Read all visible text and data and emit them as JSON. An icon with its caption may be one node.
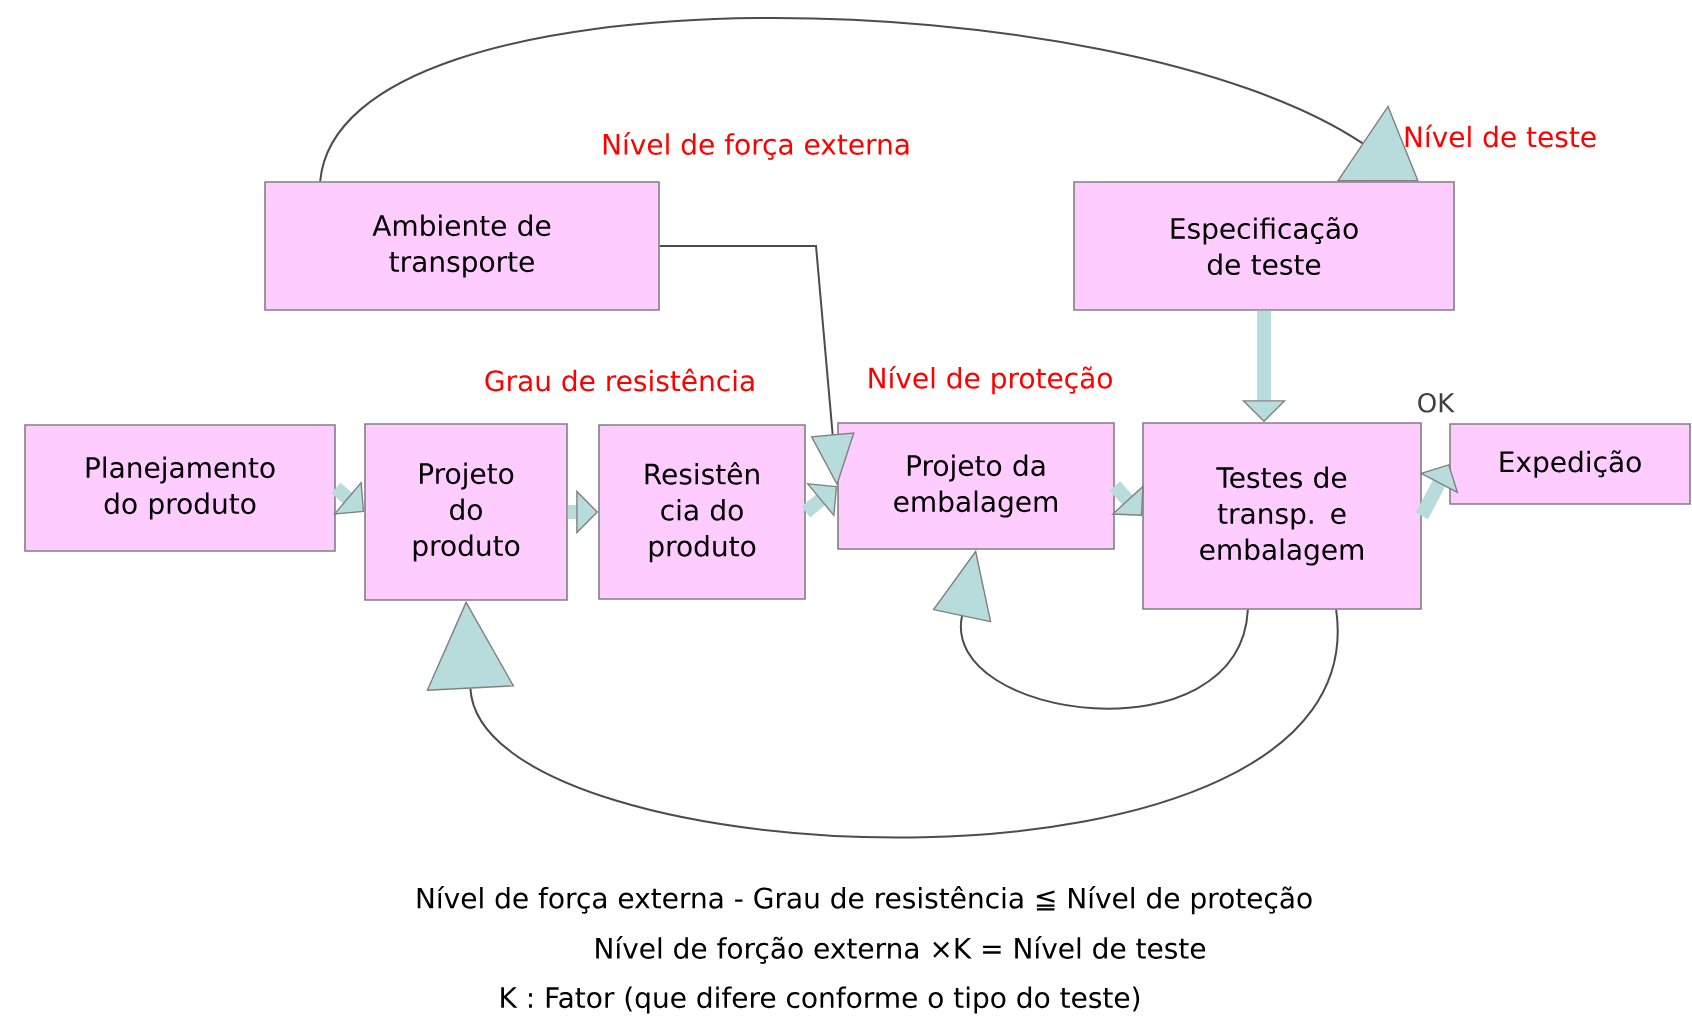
{
  "diagram": {
    "nodes": [
      {
        "text": [
          "Ambiente de transporte"
        ]
      },
      {
        "text": [
          "Especificação de teste"
        ]
      },
      {
        "text": [
          "Planejamento do produto"
        ]
      },
      {
        "text": [
          "Projeto do produto"
        ]
      },
      {
        "text": [
          "Resistên cia do produto"
        ]
      },
      {
        "text": [
          "Projeto da embalagem"
        ]
      },
      {
        "text": [
          "Testes de transp. e embalagem"
        ]
      },
      {
        "text": [
          "Expedição"
        ]
      }
    ],
    "edges": [
      {
        "from": 2,
        "to": 3,
        "arrow": "to"
      },
      {
        "from": 3,
        "to": 4,
        "arrow": "to"
      },
      {
        "from": 4,
        "to": 5,
        "arrow": "to"
      },
      {
        "from": 5,
        "to": 6,
        "arrow": "to"
      },
      {
        "from": 6,
        "to": 7,
        "arrow": "to",
        "label": "OK"
      },
      {
        "from": 0,
        "to": 5,
        "arrow": "to",
        "color": "#4c4c4c"
      },
      {
        "from": 0,
        "to": 1,
        "arrow": "to",
        "color": "#4c4c4c"
      },
      {
        "from": 1,
        "to": 6,
        "arrow": "to"
      },
      {
        "from": 6,
        "to": 5,
        "arrow": "to",
        "color": "#4c4c4c"
      },
      {
        "from": 6,
        "to": 3,
        "arrow": "to",
        "color": "#4c4c4c"
      }
    ],
    "labels": [
      "Nível de força externa",
      "Nível de teste",
      "Grau de resistência",
      "Nível de proteção",
      "Nível de força externa  - Grau de resistência ≦ Nível de proteção",
      "Nível de forção externa ×K = Nível de teste",
      "K : Fator (que difere conforme o tipo do teste)"
    ]
  }
}
